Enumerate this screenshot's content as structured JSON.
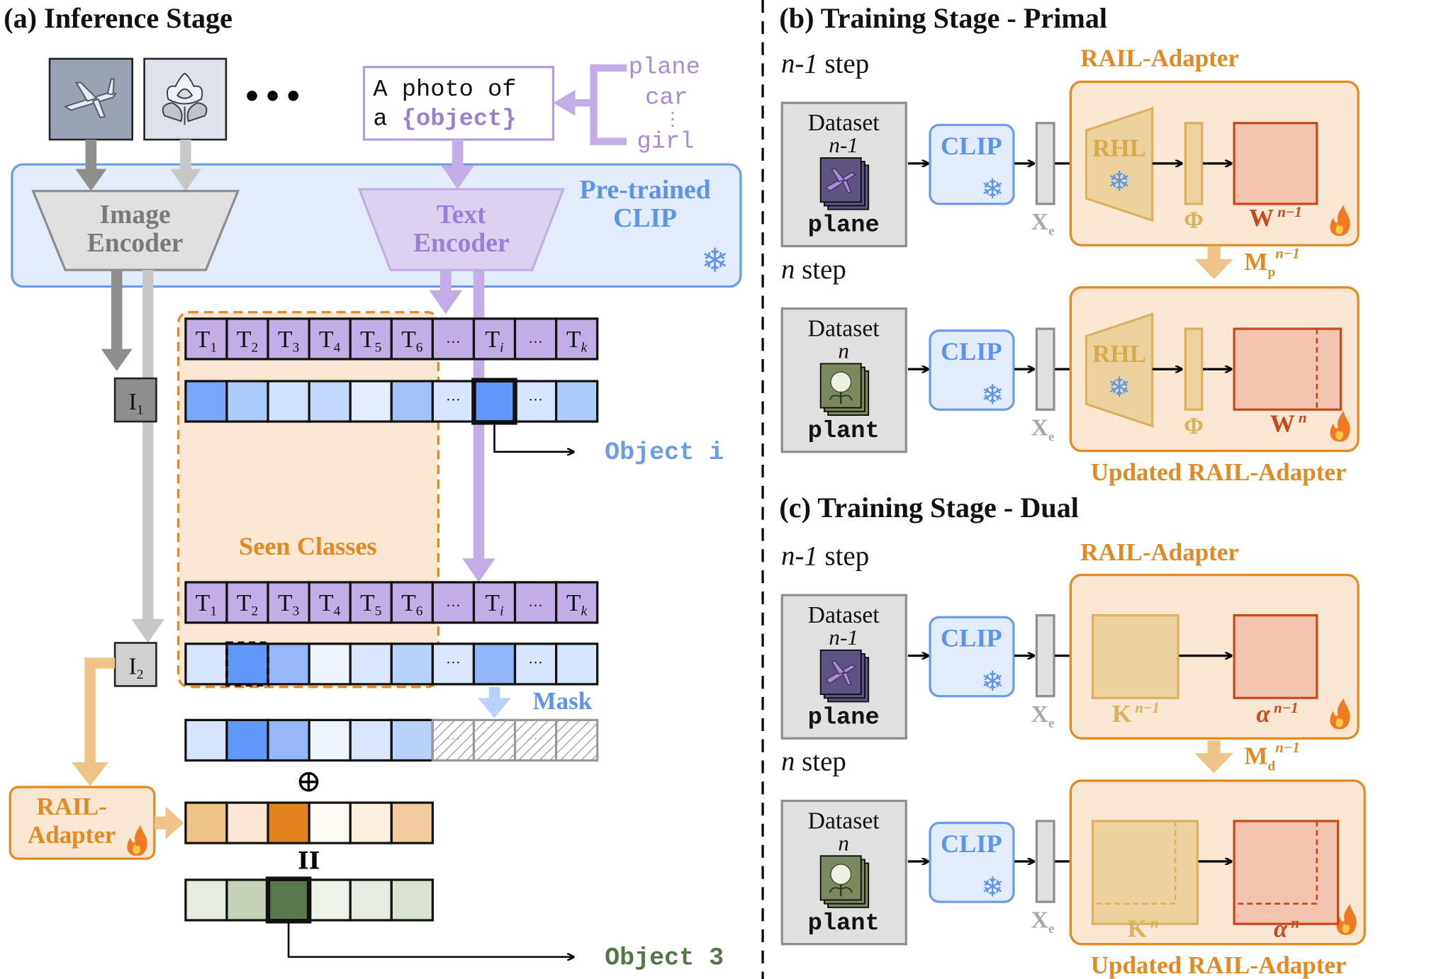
{
  "panels": {
    "a": {
      "title": "(a) Inference Stage"
    },
    "b": {
      "title": "(b) Training Stage - Primal"
    },
    "c": {
      "title": "(c) Training Stage - Dual"
    }
  },
  "inference": {
    "ellipsis": "•••",
    "prompt_line1": "A photo of",
    "prompt_line2_prefix": "a ",
    "prompt_placeholder": "{object}",
    "class_names": [
      "plane",
      "car",
      "⋮",
      "girl"
    ],
    "image_encoder": [
      "Image",
      "Encoder"
    ],
    "text_encoder": [
      "Text",
      "Encoder"
    ],
    "clip_label": [
      "Pre-trained",
      "CLIP"
    ],
    "image_features": [
      {
        "base": "I",
        "sub": "1"
      },
      {
        "base": "I",
        "sub": "2"
      }
    ],
    "text_tokens": [
      {
        "base": "T",
        "sub": "1"
      },
      {
        "base": "T",
        "sub": "2"
      },
      {
        "base": "T",
        "sub": "3"
      },
      {
        "base": "T",
        "sub": "4"
      },
      {
        "base": "T",
        "sub": "5"
      },
      {
        "base": "T",
        "sub": "6"
      },
      {
        "base": "···",
        "sub": ""
      },
      {
        "base": "T",
        "sub": "i"
      },
      {
        "base": "···",
        "sub": ""
      },
      {
        "base": "T",
        "sub": "k"
      }
    ],
    "seen_classes_label": "Seen Classes",
    "object_i_label": "Object i",
    "object_3_label": "Object 3",
    "mask_label": "Mask",
    "plus_symbol": "⊕",
    "equals_symbol": "II",
    "rail_adapter": [
      "RAIL-",
      "Adapter"
    ],
    "row1_colors": [
      "#78a8fb",
      "#abcbfb",
      "#d1e2fc",
      "#c4d7fc",
      "#e4edfd",
      "#a1c1fb",
      "#d7e5fc",
      "#6197fb",
      "#d7e5fc",
      "#adcbfb"
    ],
    "row1_selected": 7,
    "row2_colors": [
      "#d6e5fc",
      "#6199fa",
      "#94b8fa",
      "#eef4fe",
      "#d9e6fc",
      "#b9d2fb",
      "#d9e6fc",
      "#91b6fa",
      "#d7e5fc",
      "#d7e5fc"
    ],
    "row2_selected": 1,
    "masked_colors": [
      "#d6e5fc",
      "#6199fa",
      "#94b8fa",
      "#eef4fe",
      "#d9e6fc",
      "#b9d2fb"
    ],
    "adapter_colors": [
      "#f0c389",
      "#fbe6d1",
      "#e3831f",
      "#fefaf4",
      "#fcefe0",
      "#f2cd9f"
    ],
    "result_colors": [
      "#e6ede0",
      "#c4d3b8",
      "#5b784c",
      "#eef3ea",
      "#e6ede0",
      "#d9e3d0"
    ],
    "result_selected": 2,
    "dots": "···"
  },
  "primal": {
    "rail_label": "RAIL-Adapter",
    "updated_label": "Updated RAIL-Adapter",
    "steps": [
      {
        "step_var": "n-1",
        "step_word": " step",
        "dataset": "Dataset",
        "dataset_index": "n-1",
        "class": "plane",
        "clip": "CLIP",
        "xe": "X",
        "xe_sub": "e",
        "rhl": "RHL",
        "phi": "Φ",
        "w": "W",
        "w_sup": "n−1"
      },
      {
        "step_var": "n",
        "step_word": " step",
        "dataset": "Dataset",
        "dataset_index": "n",
        "class": "plant",
        "clip": "CLIP",
        "xe": "X",
        "xe_sub": "e",
        "rhl": "RHL",
        "phi": "Φ",
        "w": "W",
        "w_sup": "n"
      }
    ],
    "memory": {
      "base": "M",
      "sub": "p",
      "sup": "n−1"
    }
  },
  "dual": {
    "rail_label": "RAIL-Adapter",
    "updated_label": "Updated RAIL-Adapter",
    "steps": [
      {
        "step_var": "n-1",
        "step_word": " step",
        "dataset": "Dataset",
        "dataset_index": "n-1",
        "class": "plane",
        "clip": "CLIP",
        "xe": "X",
        "xe_sub": "e",
        "k": "K",
        "k_sup": "n−1",
        "alpha": "α",
        "alpha_sup": "n−1"
      },
      {
        "step_var": "n",
        "step_word": " step",
        "dataset": "Dataset",
        "dataset_index": "n",
        "class": "plant",
        "clip": "CLIP",
        "xe": "X",
        "xe_sub": "e",
        "k": "K",
        "k_sup": "n",
        "alpha": "α",
        "alpha_sup": "n"
      }
    ],
    "memory": {
      "base": "M",
      "sub": "d",
      "sup": "n−1"
    }
  },
  "colors": {
    "clip_blue": "#6a9bec",
    "clip_fill": "#e3ecfa",
    "purple": "#a88ad8",
    "purple_fill": "#c4b0e4",
    "orange": "#e3891f",
    "orange_fill": "#f9e7d4",
    "red": "#c9481a",
    "green_text": "#56764a"
  }
}
